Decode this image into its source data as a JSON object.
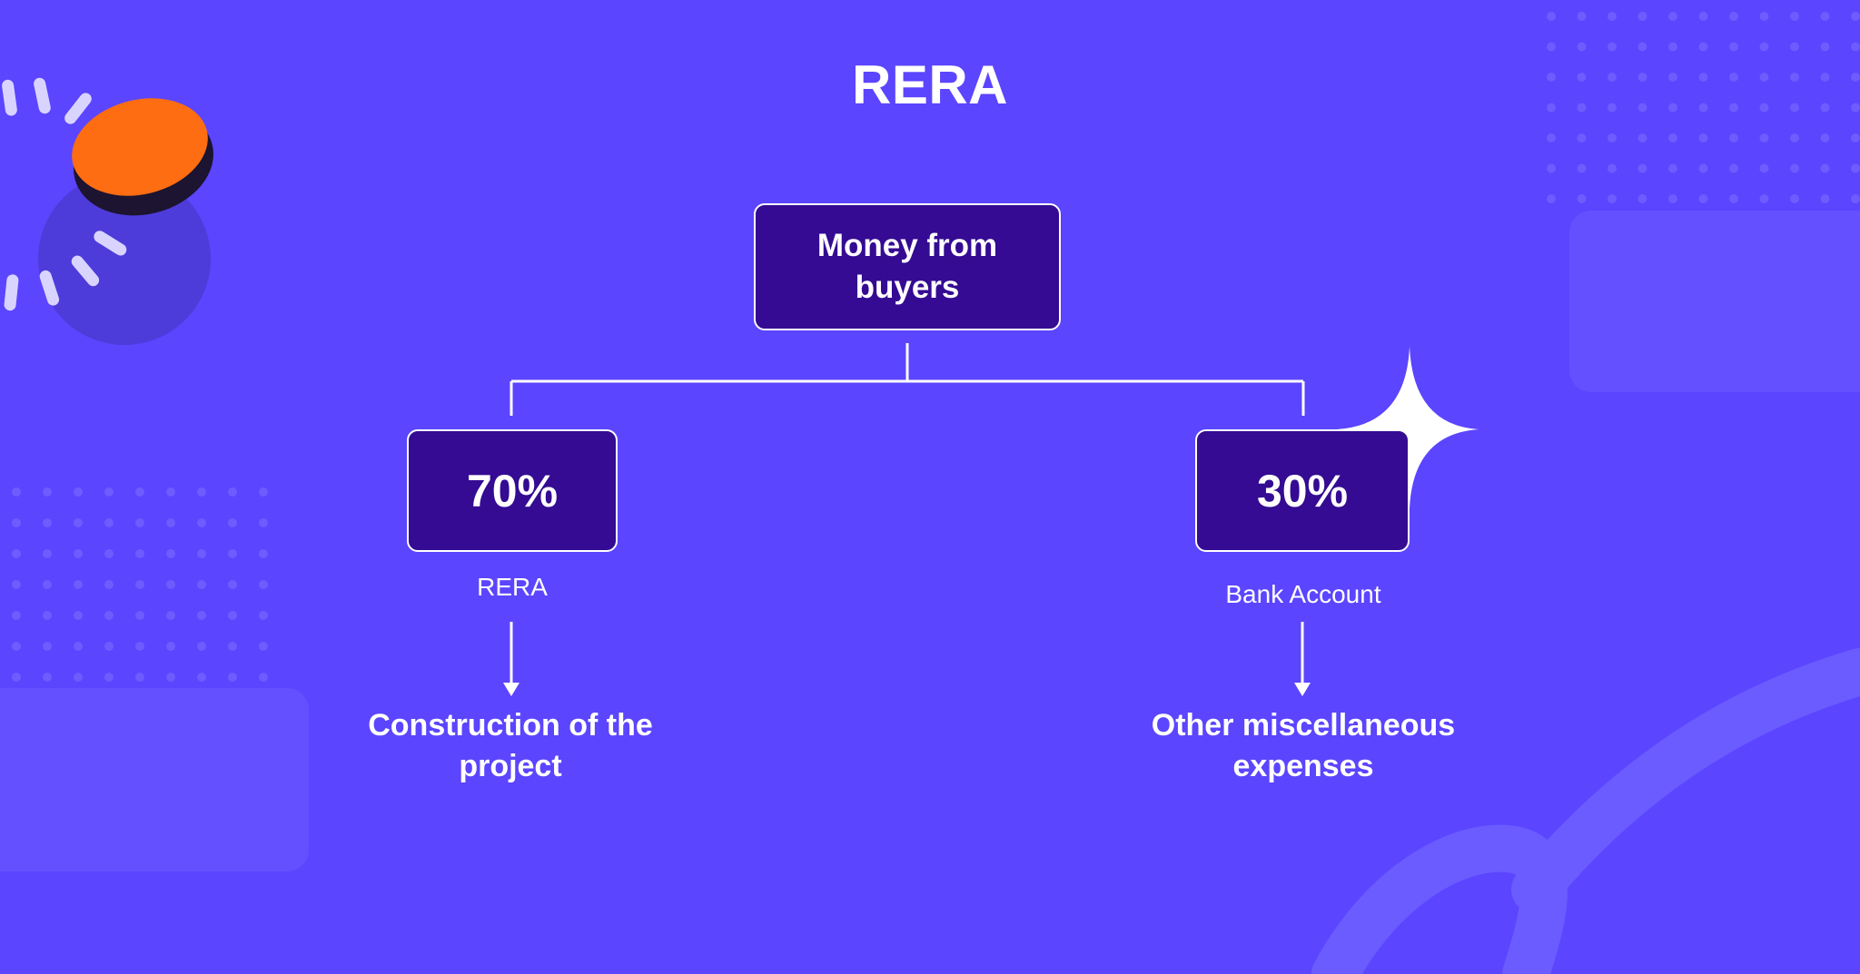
{
  "title": "RERA",
  "root": {
    "label": "Money from buyers"
  },
  "branches": [
    {
      "percent": "70%",
      "account": "RERA",
      "use": "Construction of the project"
    },
    {
      "percent": "30%",
      "account": "Bank Account",
      "use": "Other miscellaneous expenses"
    }
  ],
  "colors": {
    "background": "#5b45ff",
    "box_fill": "#340b92",
    "box_border": "#ffffff",
    "text": "#ffffff",
    "accent_orange": "#ff6d12"
  },
  "decorations": {
    "top_left": "coin-icon",
    "right_box_corner": "sparkle-icon",
    "bottom_right": "swoosh-decoration"
  }
}
